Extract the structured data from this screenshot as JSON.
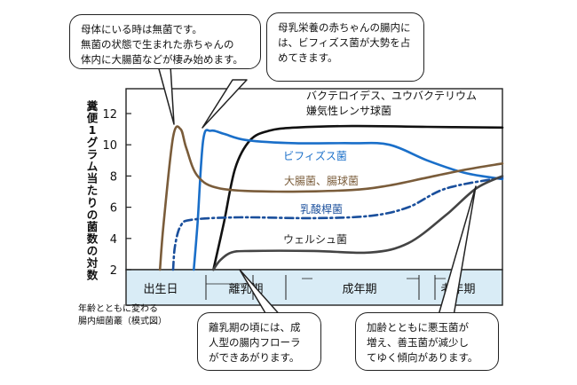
{
  "chart_data": {
    "type": "line",
    "ylabel": "糞便1グラム当たりの菌数の対数",
    "ylim": [
      2,
      12
    ],
    "y_ticks": [
      2,
      4,
      6,
      8,
      10,
      12
    ],
    "stages": [
      "出生日",
      "離乳期",
      "成年期",
      "老年期"
    ],
    "series": [
      {
        "name": "バクテロイデス、ユウバクテリウム\n嫌気性レンサ球菌",
        "color": "#111111",
        "style": "solid",
        "points": [
          [
            0.232,
            2
          ],
          [
            0.26,
            5
          ],
          [
            0.29,
            8.5
          ],
          [
            0.33,
            10.3
          ],
          [
            0.38,
            10.9
          ],
          [
            0.45,
            11.1
          ],
          [
            0.6,
            11.2
          ],
          [
            0.8,
            11.15
          ],
          [
            1,
            11.1
          ]
        ]
      },
      {
        "name": "ビフィズス菌",
        "color": "#1a6fc9",
        "style": "solid",
        "points": [
          [
            0.18,
            2
          ],
          [
            0.19,
            5
          ],
          [
            0.205,
            10.3
          ],
          [
            0.225,
            10.9
          ],
          [
            0.26,
            10.7
          ],
          [
            0.32,
            10.3
          ],
          [
            0.45,
            10.1
          ],
          [
            0.6,
            10.1
          ],
          [
            0.7,
            10
          ],
          [
            0.8,
            9
          ],
          [
            0.9,
            8.2
          ],
          [
            1,
            7.8
          ]
        ]
      },
      {
        "name": "大腸菌、腸球菌",
        "color": "#7a5c3a",
        "style": "solid",
        "points": [
          [
            0.09,
            2
          ],
          [
            0.1,
            5
          ],
          [
            0.125,
            10.5
          ],
          [
            0.145,
            11
          ],
          [
            0.16,
            9.8
          ],
          [
            0.19,
            8
          ],
          [
            0.25,
            7.2
          ],
          [
            0.4,
            7
          ],
          [
            0.6,
            7.1
          ],
          [
            0.7,
            7.4
          ],
          [
            0.8,
            7.9
          ],
          [
            0.9,
            8.4
          ],
          [
            1,
            8.8
          ]
        ]
      },
      {
        "name": "乳酸桿菌",
        "color": "#1a4f9c",
        "style": "dashdot",
        "points": [
          [
            0.125,
            2
          ],
          [
            0.13,
            3.5
          ],
          [
            0.145,
            4.8
          ],
          [
            0.175,
            5.2
          ],
          [
            0.3,
            5.35
          ],
          [
            0.5,
            5.3
          ],
          [
            0.65,
            5.45
          ],
          [
            0.75,
            6
          ],
          [
            0.85,
            7.2
          ],
          [
            1,
            7.9
          ]
        ]
      },
      {
        "name": "ウェルシュ菌",
        "color": "#444444",
        "style": "solid",
        "points": [
          [
            0.232,
            2
          ],
          [
            0.25,
            2.6
          ],
          [
            0.28,
            3.1
          ],
          [
            0.33,
            3.2
          ],
          [
            0.5,
            3.2
          ],
          [
            0.65,
            3.1
          ],
          [
            0.75,
            3.7
          ],
          [
            0.85,
            5.5
          ],
          [
            0.93,
            7.2
          ],
          [
            1,
            8
          ]
        ]
      }
    ]
  },
  "callouts": {
    "top_left": "母体にいる時は無菌です。\n無菌の状態で生まれた赤ちゃんの\n体内に大腸菌などが棲み始めます。",
    "top_right": "母乳栄養の赤ちゃんの腸内に\nは、ビフィズス菌が大勢を占\nめてきます。",
    "bottom_mid": "離乳期の頃には、成\n人型の腸内フローラ\nができあがります。",
    "bottom_right": "加齢とともに悪玉菌が\n増え、善玉菌が減少し\nてゆく傾向があります。"
  },
  "footnote": "年齢とともに変わる\n腸内細菌叢（模式図）"
}
